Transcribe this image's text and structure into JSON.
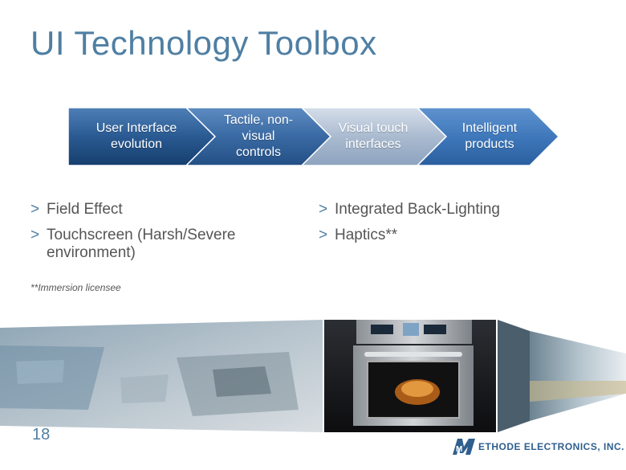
{
  "slide": {
    "title": "UI Technology Toolbox",
    "page_number": "18",
    "footnote": "**Immersion licensee",
    "brand_name": "ETHODE ELECTRONICS, INC.",
    "brand_initial": "M"
  },
  "process": [
    {
      "label": "User Interface\nevolution"
    },
    {
      "label": "Tactile, non-\nvisual\ncontrols"
    },
    {
      "label": "Visual touch\ninterfaces"
    },
    {
      "label": "Intelligent\nproducts"
    }
  ],
  "bullets_left": [
    {
      "marker": ">",
      "text": "Field Effect"
    },
    {
      "marker": ">",
      "text": "Touchscreen (Harsh/Severe environment)"
    }
  ],
  "bullets_right": [
    {
      "marker": ">",
      "text": "Integrated Back-Lighting"
    },
    {
      "marker": ">",
      "text": "Haptics**"
    }
  ],
  "colors": {
    "title": "#4f7fa3",
    "chevron_dark": "#1f4e82",
    "chevron_light": "#a9b8cc",
    "brand": "#2f5f8f"
  },
  "images": [
    "touchscreen-panel-photo",
    "wall-oven-photo",
    "landscape-photo"
  ]
}
